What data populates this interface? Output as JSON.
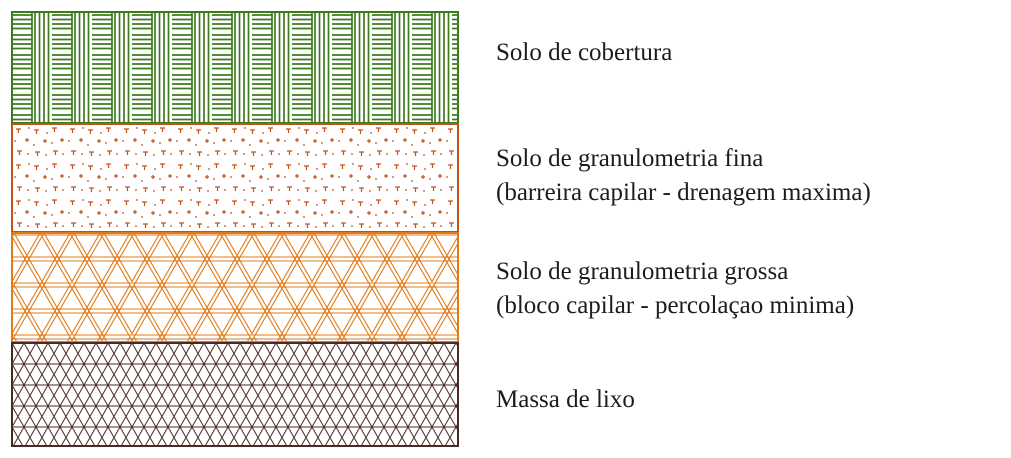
{
  "layers": [
    {
      "id": "cover",
      "lines": [
        "Solo de cobertura"
      ],
      "color": "#3c7a1e",
      "pattern": "basket-weave-hatch"
    },
    {
      "id": "fine",
      "lines": [
        "Solo de granulometria fina",
        "(barreira capilar - drenagem maxima)"
      ],
      "color": "#c0531b",
      "pattern": "scattered-dots-and-tees"
    },
    {
      "id": "coarse",
      "lines": [
        "Solo de granulometria grossa",
        "(bloco capilar - percolaçao minima)"
      ],
      "color": "#e07b1a",
      "pattern": "triangular-lattice-double-lines"
    },
    {
      "id": "waste",
      "lines": [
        "Massa de lixo"
      ],
      "color": "#4a2a22",
      "pattern": "triangular-mesh"
    }
  ]
}
